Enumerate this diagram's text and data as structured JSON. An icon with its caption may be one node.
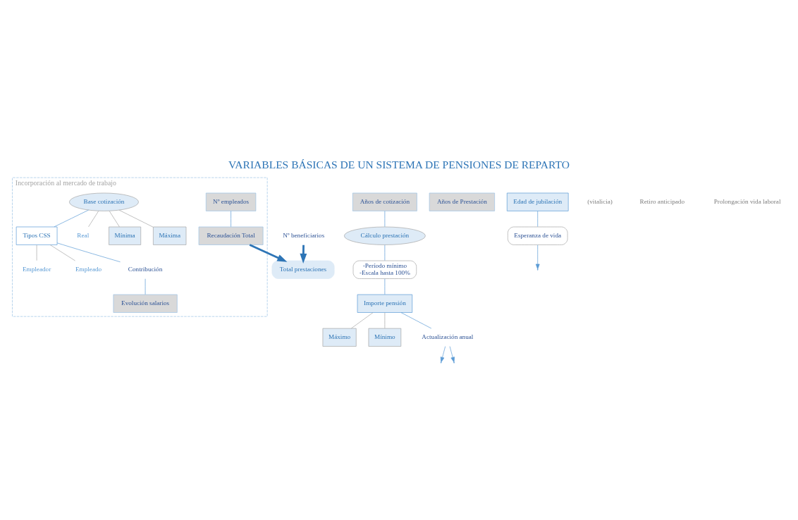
{
  "diagram": {
    "title": "VARIABLES BÁSICAS DE UN SISTEMA DE PENSIONES DE REPARTO",
    "nodes": [
      {
        "text": [
          "Total prestaciones"
        ]
      },
      {
        "text": [
          "Años de cotización"
        ]
      },
      {
        "text": [
          "Años de Prestación"
        ]
      },
      {
        "text": [
          "Incorporación al mercado de trabajo"
        ]
      },
      {
        "text": [
          "Base cotización"
        ],
        "in": 3
      },
      {
        "text": [
          "Máxima"
        ],
        "in": 3
      },
      {
        "text": [
          "Real"
        ],
        "in": 3
      },
      {
        "text": [
          "Mínima"
        ],
        "in": 3
      },
      {
        "text": [
          "Cálculo prestación"
        ]
      },
      {
        "text": [
          "Tipos CSS"
        ],
        "in": 3
      },
      {
        "text": [
          "Empleador"
        ],
        "in": 3
      },
      {
        "text": [
          "Empleado"
        ],
        "in": 3
      },
      {
        "text": [
          "-Período mínimo",
          "-Escala hasta 100%"
        ]
      },
      {
        "text": [
          "Edad de jubilación"
        ]
      },
      {
        "text": [
          "Esperanza de vida"
        ]
      },
      {
        "text": [
          "Contribución"
        ],
        "in": 3
      },
      {
        "text": [
          "Importe pensión"
        ]
      },
      {
        "text": [
          "Máximo"
        ]
      },
      {
        "text": [
          "Mínimo"
        ]
      },
      {
        "text": [
          "Evolución salarios"
        ],
        "in": 3
      },
      {
        "text": [
          "Nº empleados"
        ],
        "in": 3
      },
      {
        "text": [
          "Actualización anual"
        ]
      },
      {
        "text": [
          "Recaudación Total"
        ],
        "in": 3
      },
      {
        "text": [
          "Nº beneficiarios"
        ]
      }
    ],
    "edges": [
      {
        "from": 22,
        "to": 0,
        "arrow": "to",
        "style": "thick",
        "color": "#2e75b6"
      },
      {
        "from": 23,
        "to": 0,
        "arrow": "to",
        "style": "thick",
        "color": "#2e75b6"
      },
      {
        "from": 4,
        "to": 5,
        "arrow": "none",
        "color": "#a6a6a6"
      },
      {
        "from": 4,
        "to": 6,
        "arrow": "none",
        "color": "#a6a6a6"
      },
      {
        "from": 4,
        "to": 7,
        "arrow": "none",
        "color": "#a6a6a6"
      },
      {
        "from": 4,
        "to": 9,
        "arrow": "none"
      },
      {
        "from": 9,
        "to": 10,
        "arrow": "none",
        "color": "#a6a6a6"
      },
      {
        "from": 9,
        "to": 11,
        "arrow": "none",
        "color": "#a6a6a6"
      },
      {
        "from": 9,
        "to": 15,
        "arrow": "none"
      },
      {
        "from": 15,
        "to": 19,
        "arrow": "none"
      },
      {
        "from": 20,
        "to": 22,
        "arrow": "none"
      },
      {
        "from": 1,
        "to": 8,
        "arrow": "none"
      },
      {
        "from": 8,
        "to": 12,
        "arrow": "none"
      },
      {
        "from": 12,
        "to": 16,
        "arrow": "none"
      },
      {
        "from": 16,
        "to": 17,
        "arrow": "none",
        "color": "#a6a6a6"
      },
      {
        "from": 16,
        "to": 18,
        "arrow": "none",
        "color": "#a6a6a6"
      },
      {
        "from": 16,
        "to": 21,
        "arrow": "none"
      },
      {
        "from": 13,
        "to": 14,
        "arrow": "none"
      },
      {
        "from": 14,
        "to": null,
        "arrow": "to"
      },
      {
        "from": 21,
        "to": null,
        "arrow": "to"
      },
      {
        "from": 21,
        "to": null,
        "arrow": "to"
      }
    ],
    "labels": [
      "(vitalicia)",
      "Retiro anticipado",
      "Prolongación vida laboral"
    ]
  }
}
